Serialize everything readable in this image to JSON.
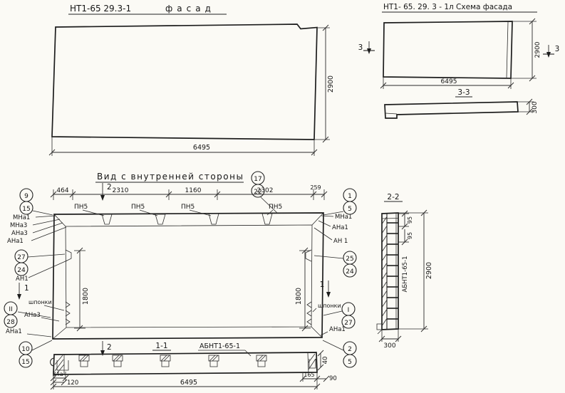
{
  "facade": {
    "code": "НТ1-65 29.3-1",
    "name": "фасад",
    "dim_width": "6495",
    "dim_height": "2900"
  },
  "scheme": {
    "title": "НТ1- 65. 29. 3 - 1л  Схема фасада",
    "mark_left": "3",
    "mark_right": "3",
    "dim_width": "6495",
    "dim_height": "2900",
    "section_title": "3-3",
    "dim_thickness": "300"
  },
  "inner": {
    "title": "Вид с внутренней стороны",
    "dims_top": [
      "464",
      "2310",
      "1160",
      "2302",
      "259"
    ],
    "pn": [
      "ПН5",
      "ПН5",
      "ПН5",
      "ПН5"
    ],
    "mark2_top": "2",
    "mark2_bottom": "2",
    "mark1_left": "1",
    "mark1_right": "1",
    "dim_left": "1800",
    "dim_right": "1800",
    "callouts": {
      "tc": [
        "17",
        "22"
      ],
      "tl": [
        "9",
        "15"
      ],
      "tr": [
        "1",
        "5"
      ],
      "ml": [
        "27",
        "24"
      ],
      "mr": [
        "25",
        "24"
      ],
      "bl": [
        "10",
        "15"
      ],
      "br": [
        "2",
        "5"
      ],
      "dl": [
        "II",
        "28"
      ],
      "dr": [
        "I",
        "27"
      ]
    },
    "labels": {
      "mna1_left": "МНа1",
      "mna1_right": "МНа1",
      "mna3_left": "МНа3",
      "ana3_left": "АНа3",
      "ana1_left_top": "АНа1",
      "ana1_right_top": "АНа1",
      "an1_right": "АН 1",
      "an1_left": "АН1",
      "shponki_left": "шпонки",
      "shponki_right": "шпонки",
      "ana3_left_low": "АНа3",
      "ana1_left_bottom": "АНа1",
      "ana1_right_bottom": "АНа1"
    }
  },
  "section11": {
    "title": "1-1",
    "part_label": "АБНТ1-65-1",
    "dim_34a": "34а",
    "dim_120": "120",
    "dim_width": "6495",
    "dim_165": "165",
    "dim_90": "90",
    "dim_40": "40"
  },
  "section22": {
    "title": "2-2",
    "part_label": "АБНТ1-65-1",
    "dim_95a": "95",
    "dim_95b": "95",
    "dim_height": "2900",
    "dim_width": "300"
  }
}
